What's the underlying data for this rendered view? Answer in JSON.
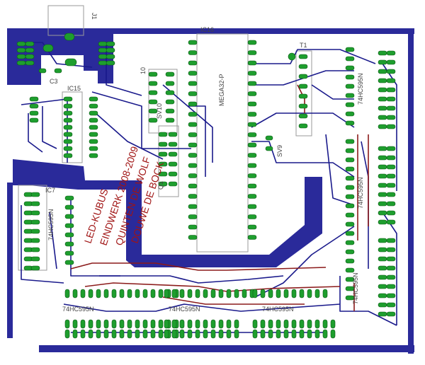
{
  "labels": {
    "j1": "J1",
    "ic16": "IC16",
    "mega": "MEGA32-P",
    "ic15": "IC15",
    "c3": "C3",
    "ic7": "IC7",
    "q1": "Q1",
    "sv10": "SV10",
    "sv9": "SV9",
    "t1": "T1",
    "r10": "10",
    "hc_left": "74HC595N",
    "hc_right1": "74HC595N",
    "hc_right2": "74HC595N",
    "hc_bottom1": "74HC595N",
    "hc_bottom2": "74HC595N",
    "hc_bottom3": "74HC595N",
    "hc_bottom4": "74HC595N"
  },
  "silkscreen_text": [
    "LED-KUBUS",
    "EINDWERK 2008-2009",
    "QUINTEN DE WOLF",
    "DOUWE DE BOCK"
  ],
  "colors": {
    "trace": "#1a1a8c",
    "copper_fill": "#2a2a9a",
    "pad": "#1e9e2e",
    "silk_red": "#a01414",
    "background": "#ffffff"
  }
}
